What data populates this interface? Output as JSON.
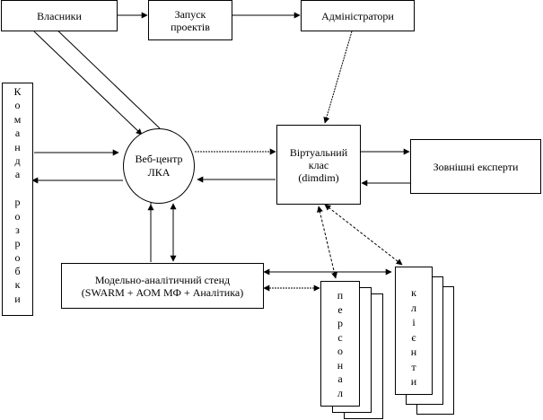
{
  "nodes": {
    "owners": "Власники",
    "launch": "Запуск\nпроектів",
    "admins": "Адміністратори",
    "web_center": "Веб-центр\nЛКА",
    "virtual_class": "Віртуальний\nклас\n(dimdim)",
    "external_experts": "Зовнішні експерти",
    "model_stand": "Модельно-аналітичний стенд\n(SWARM + АОМ МФ + Аналітика)",
    "dev_team": "Команда розробки",
    "staff": "персонал",
    "clients": "клієнти"
  }
}
